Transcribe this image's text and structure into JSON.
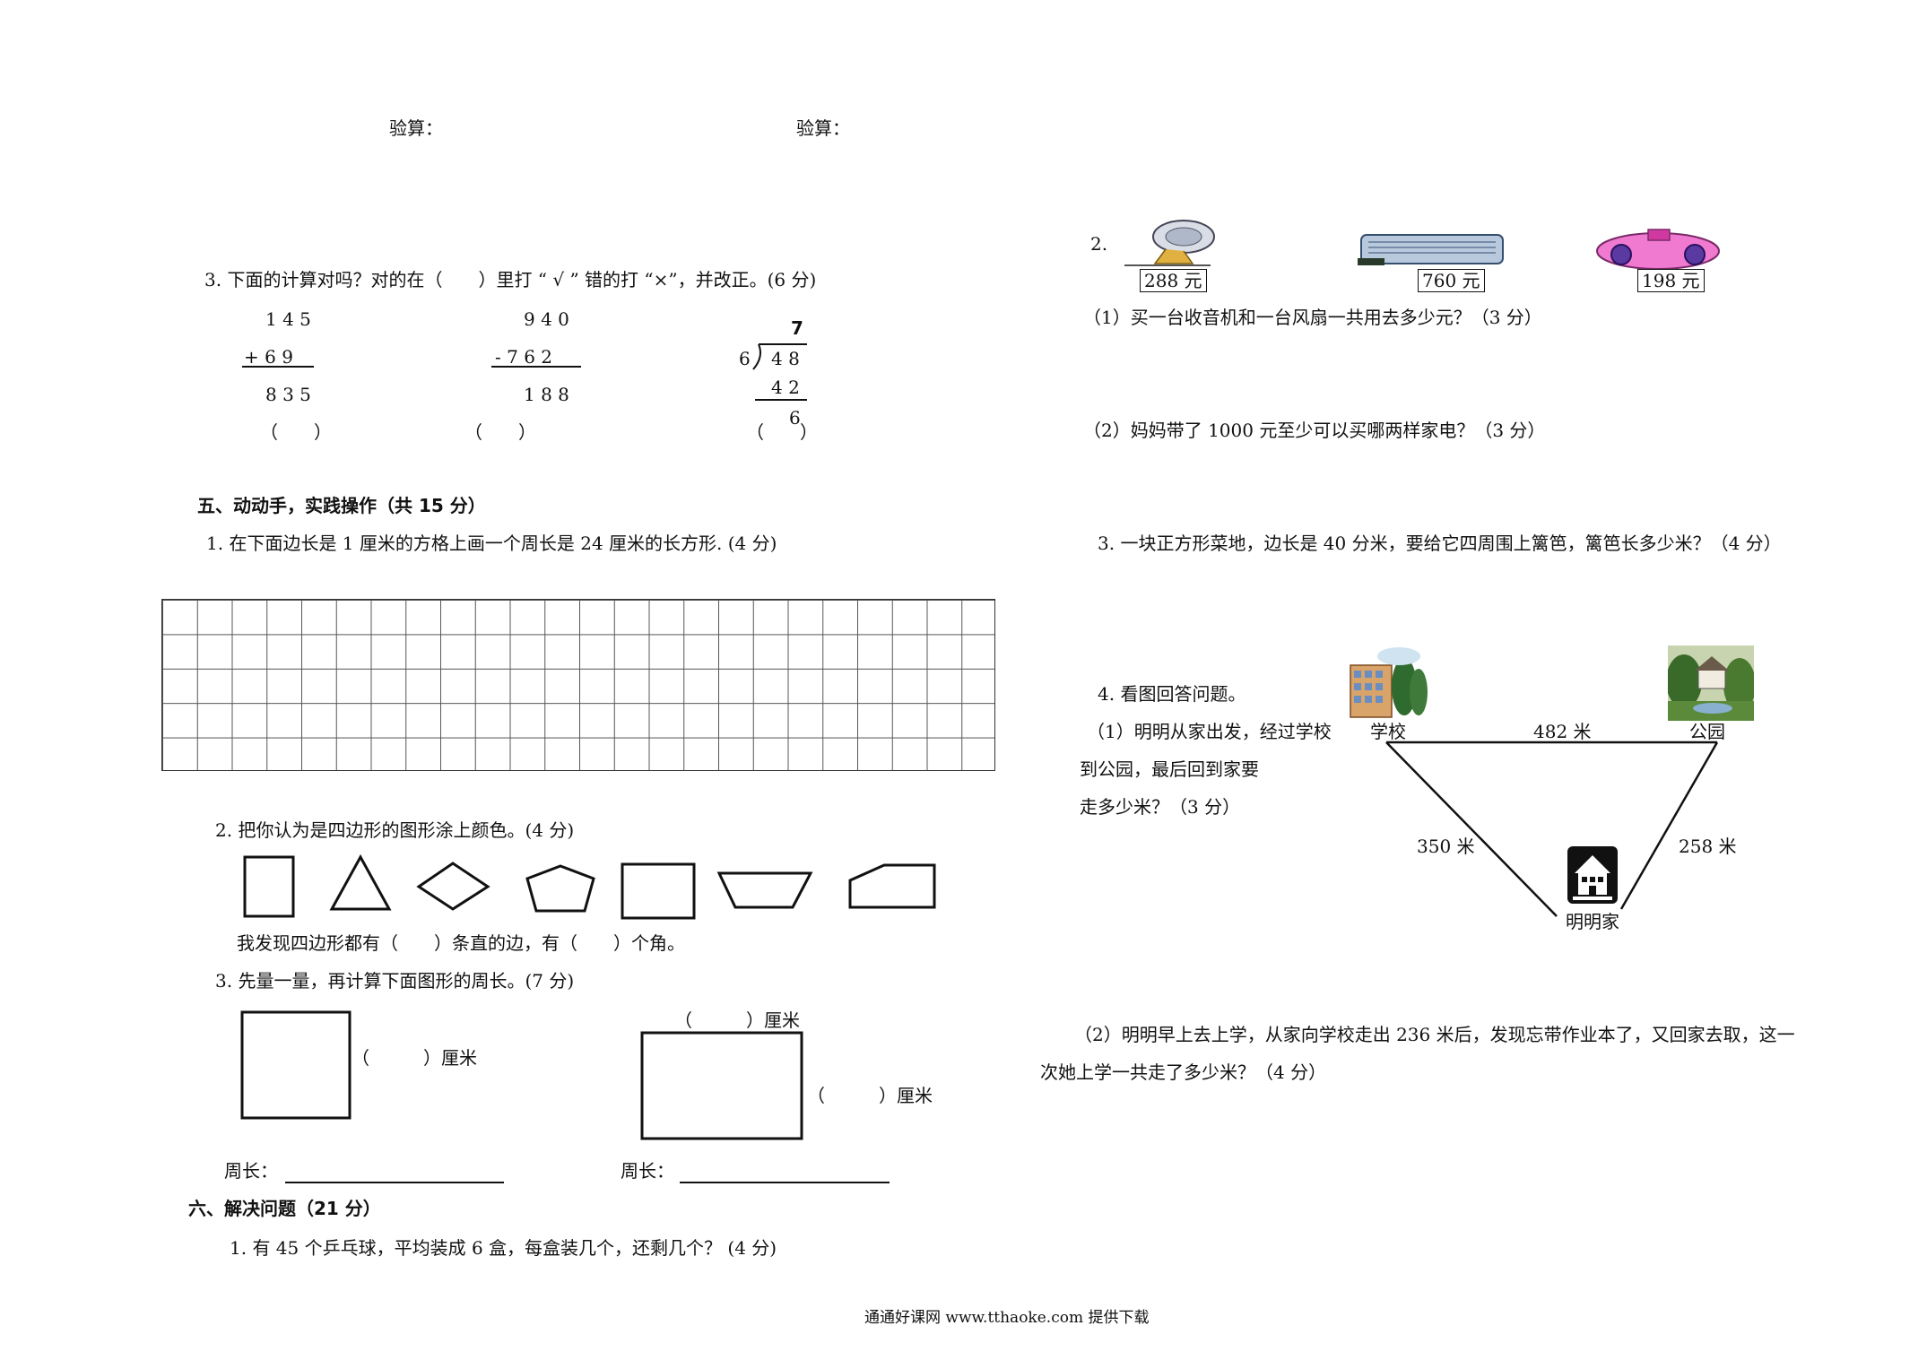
{
  "left": {
    "check_label_1": "验算：",
    "check_label_2": "验算：",
    "q3_title": "3. 下面的计算对吗？对的在（　　）里打 “ √ ” 错的打 “×”，并改正。(6 分)",
    "calc1": {
      "a": "1 4 5",
      "b": "+ 6 9",
      "r": "8 3 5",
      "paren": "（　　）"
    },
    "calc2": {
      "a": "9 4 0",
      "b": "- 7 6 2",
      "r": "1 8 8",
      "paren": "（　　）"
    },
    "calc3": {
      "quotient": "7",
      "divisor": "6",
      "dividend": "4 8",
      "product": "4 2",
      "remainder": "6",
      "paren": "（　　）"
    },
    "sec5_title": "五、动动手，实践操作（共 15 分）",
    "s5_q1": "1. 在下面边长是 1 厘米的方格上画一个周长是 24 厘米的长方形. (4 分)",
    "s5_q2": "2.  把你认为是四边形的图形涂上颜色。(4 分)",
    "s5_q2_fill": "我发现四边形都有（　　）条直的边，有（　　）个角。",
    "s5_q3": "3. 先量一量，再计算下面图形的周长。(7 分)",
    "square_cm": "（　　　）厘米",
    "rect_top_cm": "（　　　）厘米",
    "rect_side_cm": "（　　　）厘米",
    "perimeter_1": "周长：",
    "perimeter_2": "周长：",
    "sec6_title": "六、解决问题（21 分）",
    "s6_q1": "1. 有 45 个乒乓球，平均装成 6 盒，每盒装几个，还剩几个？ (4 分)"
  },
  "right": {
    "q2_num": "2.",
    "price_fan": "288 元",
    "price_ac": "760 元",
    "price_radio": "198 元",
    "q2_1": "（1）买一台收音机和一台风扇一共用去多少元？（3 分）",
    "q2_2": "（2）妈妈带了 1000 元至少可以买哪两样家电？（3 分）",
    "q3": "3. 一块正方形菜地，边长是 40 分米，要给它四周围上篱笆，篱笆长多少米？（4 分）",
    "q4_title": "4. 看图回答问题。",
    "q4_1_line1": "（1）明明从家出发，经过学校",
    "q4_1_line2": "到公园，最后回到家要",
    "q4_1_line3": "走多少米？（3 分）",
    "map": {
      "school": "学校",
      "park": "公园",
      "home": "明明家",
      "dist_school_park": "482 米",
      "dist_school_home": "350 米",
      "dist_park_home": "258 米"
    },
    "q4_2_line1": "（2）明明早上去上学，从家向学校走出 236 米后，发现忘带作业本了，又回家去取，这一",
    "q4_2_line2": "次她上学一共走了多少米？（4 分）"
  },
  "footer": "通通好课网  www.tthaoke.com  提供下载"
}
